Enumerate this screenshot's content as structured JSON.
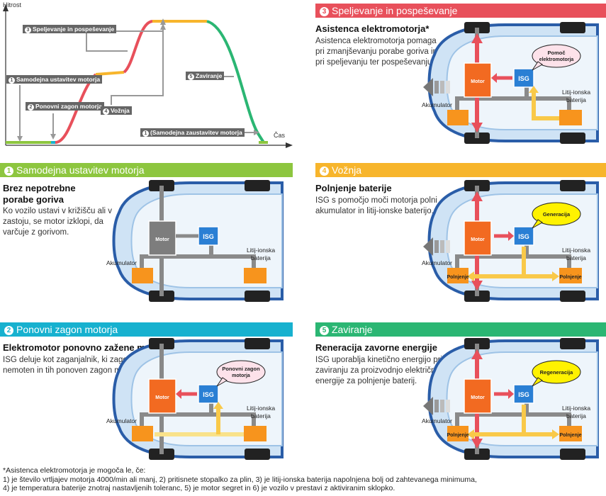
{
  "graph": {
    "y_label": "Hitrost",
    "x_label": "Čas",
    "labels": [
      {
        "num": "3",
        "text": "Speljevanje in pospeševanje"
      },
      {
        "num": "1",
        "text": "Samodejna ustavitev motorja"
      },
      {
        "num": "2",
        "text": "Ponovni zagon motorja"
      },
      {
        "num": "4",
        "text": "Vožnja"
      },
      {
        "num": "5",
        "text": "Zaviranje"
      },
      {
        "num": "1",
        "text": "(Samodejna zaustavitev motorja"
      }
    ]
  },
  "panels": [
    {
      "num": "3",
      "title": "Speljevanje in pospeševanje",
      "color": "#e8505b",
      "heading": "Asistenca elektromotorja*",
      "desc": [
        "Asistenca elektromotorja pomaga",
        "pri zmanjševanju porabe goriva in",
        "pri speljevanju ter pospeševanju."
      ],
      "bubble": [
        "Pomoč",
        "elektromotorja"
      ],
      "motor": "Motor",
      "isg": "ISG",
      "akum": "Akumulator",
      "lit": [
        "Litij-ionska",
        "baterija"
      ]
    },
    {
      "num": "1",
      "title": "Samodejna ustavitev motorja",
      "color": "#8dc63f",
      "heading": [
        "Brez nepotrebne",
        "porabe goriva"
      ],
      "desc": [
        "Ko vozilo ustavi v križišču ali v",
        "zastoju, se motor izklopi, da",
        "varčuje z gorivom."
      ],
      "motor": "Motor",
      "isg": "ISG",
      "akum": "Akumulator",
      "lit": [
        "Litij-ionska",
        "baterija"
      ]
    },
    {
      "num": "4",
      "title": "Vožnja",
      "color": "#f7b52c",
      "heading": "Polnjenje baterije",
      "desc": [
        "ISG s pomočjo moči motorja polni",
        "akumulator in litij-ionske baterijo."
      ],
      "bubble": [
        "Generacija"
      ],
      "motor": "Motor",
      "isg": "ISG",
      "akum": "Akumulator",
      "lit": [
        "Litij-ionska",
        "baterija"
      ],
      "charge_left": "Polnjenje",
      "charge_right": "Polnjenje"
    },
    {
      "num": "2",
      "title": "Ponovni zagon motorja",
      "color": "#17b1cf",
      "heading": "Elektromotor ponovno zažene motor",
      "desc": [
        "ISG deluje kot zaganjalnik, ki zagotavlja",
        "nemoten in tih ponoven zagon motorja."
      ],
      "bubble": [
        "Ponovni zagon",
        "motorja"
      ],
      "motor": "Motor",
      "isg": "ISG",
      "akum": "Akumulator",
      "lit": [
        "Litij-ionska",
        "baterija"
      ]
    },
    {
      "num": "5",
      "title": "Zaviranje",
      "color": "#2bb673",
      "heading": "Reneracija zavorne energije",
      "desc": [
        "ISG uporablja kinetično energijo pri",
        "zaviranju za proizvodnjo električne",
        "energije za polnjenje baterij."
      ],
      "bubble": [
        "Regeneracija"
      ],
      "motor": "Motor",
      "isg": "ISG",
      "akum": "Akumulator",
      "lit": [
        "Litij-ionska",
        "baterija"
      ],
      "charge_left": "Polnjenje",
      "charge_right": "Polnjenje"
    }
  ],
  "footnote": [
    "*Asistenca elektromotorja je mogoča le, če:",
    "1) je število vrtljajev motorja 4000/min ali manj, 2) pritisnete stopalko za plin, 3) je litij-ionska baterija napolnjena bolj od zahtevanega minimuma,",
    "4) je temperatura baterije znotraj nastavljenih toleranc, 5) je motor segret in 6) je vozilo v prestavi z aktiviranim sklopko."
  ]
}
